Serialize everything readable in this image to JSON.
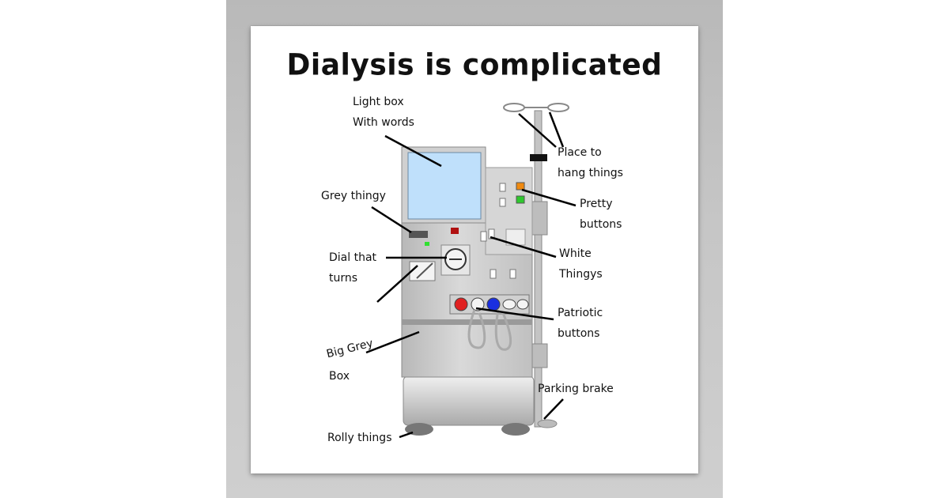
{
  "title": "Dialysis is complicated",
  "labels": {
    "light_box_1": "Light box",
    "light_box_2": "With words",
    "grey_thingy": "Grey thingy",
    "dial_1": "Dial that",
    "dial_2": "turns",
    "big_grey_1": "Big Grey",
    "big_grey_2": "Box",
    "rolly": "Rolly things",
    "place_1": "Place to",
    "place_2": "hang things",
    "pretty_1": "Pretty",
    "pretty_2": "buttons",
    "white_1": "White",
    "white_2": "Thingys",
    "patriotic_1": "Patriotic",
    "patriotic_2": "buttons",
    "brake": "Parking brake"
  },
  "colors": {
    "screen": "#bfe0fb",
    "machine": "#cfcfcf",
    "button_red": "#e02020",
    "button_blue": "#1a2fe0",
    "button_orange": "#f08a10",
    "button_green": "#2ec82e",
    "indicator_red": "#b01010",
    "indicator_green": "#30e030"
  }
}
